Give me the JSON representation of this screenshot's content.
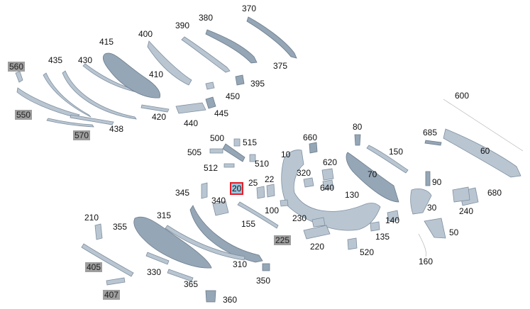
{
  "diagram": {
    "selected_part": "20",
    "labels": {
      "p560": "560",
      "p550": "550",
      "p570": "570",
      "p435": "435",
      "p430": "430",
      "p438": "438",
      "p415": "415",
      "p400": "400",
      "p410": "410",
      "p420": "420",
      "p440": "440",
      "p445": "445",
      "p450": "450",
      "p390": "390",
      "p380": "380",
      "p370": "370",
      "p375": "375",
      "p395": "395",
      "p600": "600",
      "p60": "60",
      "p685": "685",
      "p680": "680",
      "p660": "660",
      "p80": "80",
      "p150": "150",
      "p10": "10",
      "p620": "620",
      "p320": "320",
      "p640": "640",
      "p70": "70",
      "p130": "130",
      "p90": "90",
      "p30": "30",
      "p240": "240",
      "p140": "140",
      "p50": "50",
      "p135": "135",
      "p160": "160",
      "p520": "520",
      "p230": "230",
      "p220": "220",
      "p225": "225",
      "p100": "100",
      "p155": "155",
      "p22": "22",
      "p25": "25",
      "p20": "20",
      "p500": "500",
      "p515": "515",
      "p505": "505",
      "p510": "510",
      "p512": "512",
      "p345": "345",
      "p340": "340",
      "p315": "315",
      "p310": "310",
      "p350": "350",
      "p210": "210",
      "p355": "355",
      "p330": "330",
      "p405": "405",
      "p407": "407",
      "p365": "365",
      "p360": "360"
    }
  }
}
